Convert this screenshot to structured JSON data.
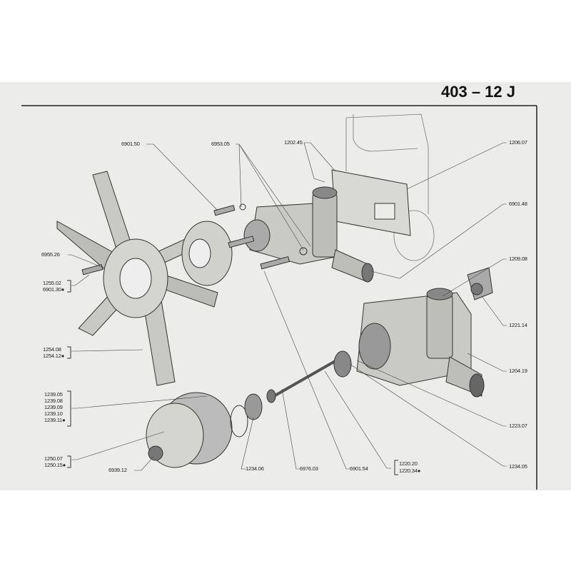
{
  "header": {
    "plate_number": "403 – 12 J"
  },
  "callouts": {
    "c6901_50": "6901.50",
    "c6953_05": "6953.05",
    "c1202_45": "1202.45",
    "c1206_07": "1206.07",
    "c6901_48": "6901.48",
    "c6955_26": "6955.26",
    "c1255_02": "1255.02",
    "c6901_30": "6901.30●",
    "c1209_08": "1209.08",
    "c1221_14": "1221.14",
    "c1254_08": "1254.08",
    "c1254_12": "1254.12●",
    "c1204_19": "1204.19",
    "c1239_05": "1239.05",
    "c1239_08": "1239.08",
    "c1239_09": "1239.09",
    "c1239_10": "1239.10",
    "c1239_11": "1239.11●",
    "c1223_07": "1223.07",
    "c1250_07": "1250.07",
    "c1250_15": "1250.15●",
    "c6939_12": "6939.12",
    "c1234_06": "1234.06",
    "c6976_03": "6976.03",
    "c6901_54": "6901.54",
    "c1220_20": "1220.20",
    "c1220_34": "1220.34●",
    "c1234_05": "1234.05"
  }
}
